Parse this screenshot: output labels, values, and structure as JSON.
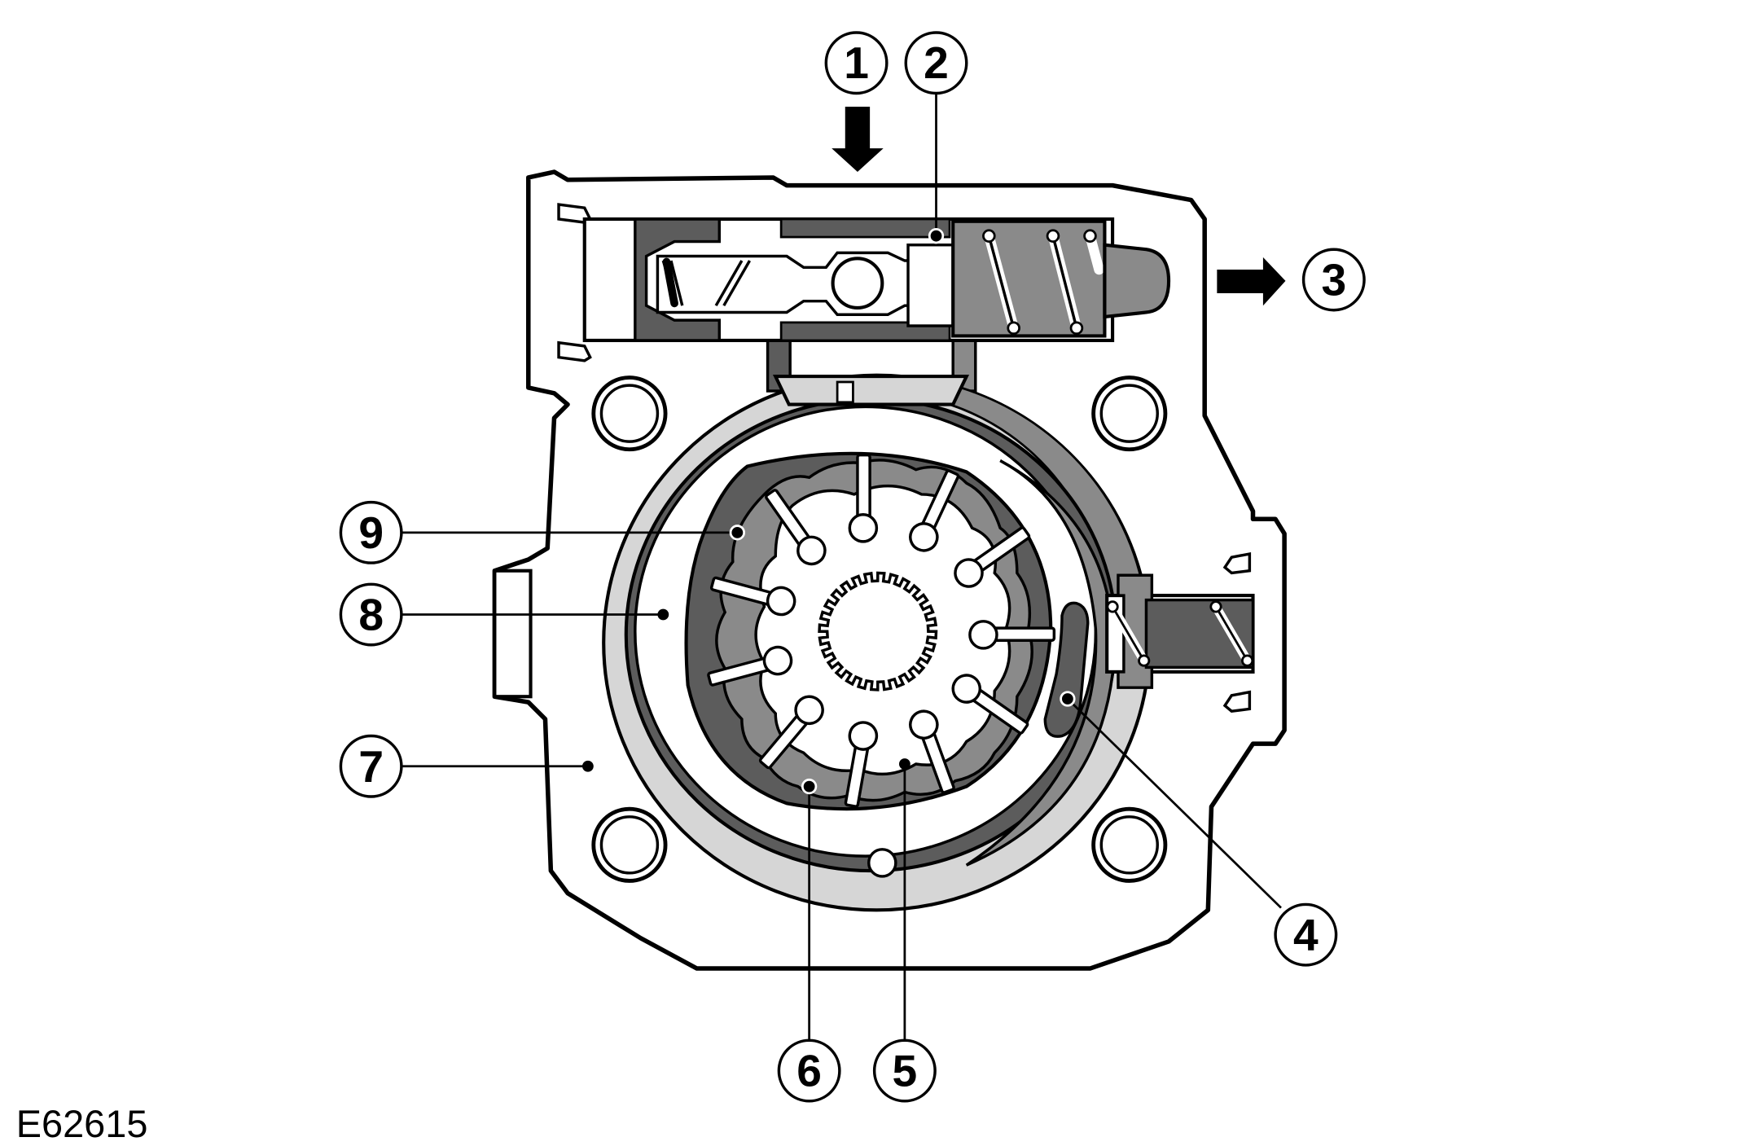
{
  "figure": {
    "id": "E62615",
    "callouts": [
      {
        "n": "1"
      },
      {
        "n": "2"
      },
      {
        "n": "3"
      },
      {
        "n": "4"
      },
      {
        "n": "5"
      },
      {
        "n": "6"
      },
      {
        "n": "7"
      },
      {
        "n": "8"
      },
      {
        "n": "9"
      }
    ]
  },
  "colors": {
    "line": "#000000",
    "light_gray": "#d6d6d6",
    "mid_gray": "#8a8a8a",
    "dark_gray": "#5c5c5c",
    "background": "#ffffff"
  }
}
